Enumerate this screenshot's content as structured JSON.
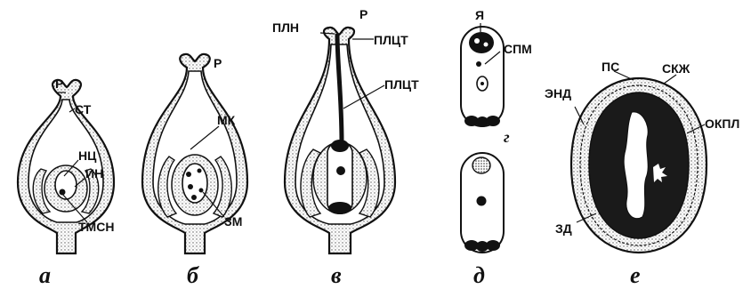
{
  "labels": {
    "a_r": "Р",
    "a_st": "СТ",
    "a_nc": "НЦ",
    "a_in": "ИН",
    "a_tmsn": "ТМСН",
    "b_r": "Р",
    "b_mk": "МК",
    "b_zm": "ЗМ",
    "v_pln": "ПЛН",
    "v_r": "Р",
    "v_plct1": "ПЛЦТ",
    "v_plct2": "ПЛЦТ",
    "g_ya": "Я",
    "g_spm": "СПМ",
    "g_letter": "г",
    "e_ps": "ПС",
    "e_skzh": "СКЖ",
    "e_end": "ЭНД",
    "e_okpl": "ОКПЛ",
    "e_zd": "ЗД"
  },
  "captions": {
    "a": "а",
    "b": "б",
    "v": "в",
    "d": "д",
    "e": "е"
  }
}
